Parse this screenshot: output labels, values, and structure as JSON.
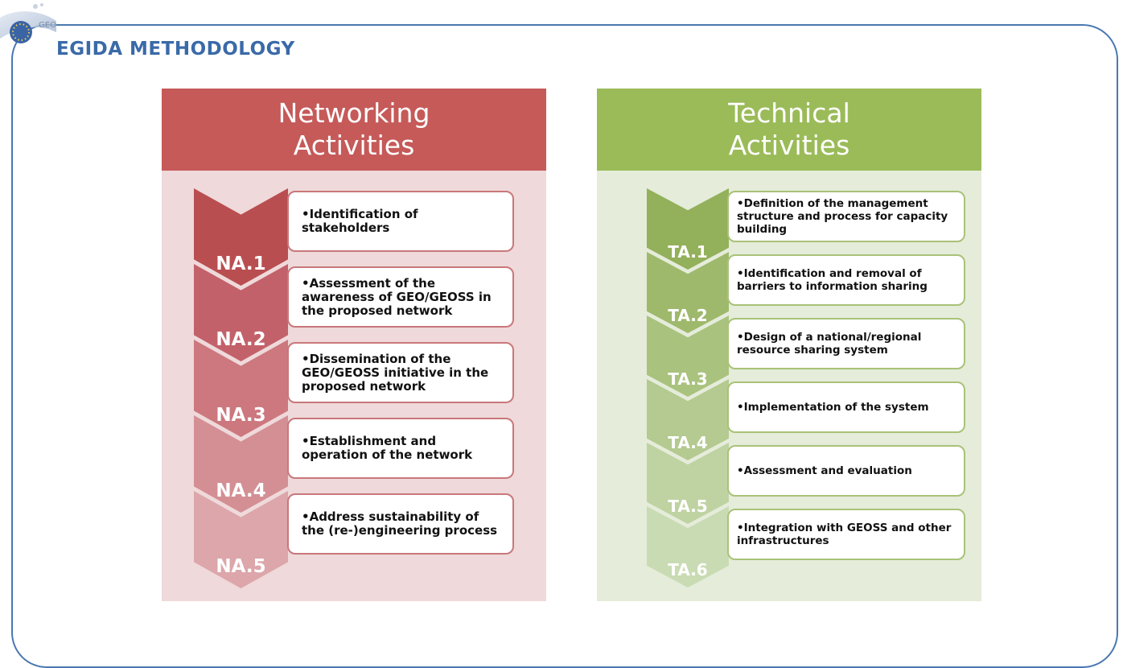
{
  "slide": {
    "title": "EGIDA METHODOLOGY",
    "logo_text": "GEO"
  },
  "colors": {
    "frame": "#4a78b0",
    "na_header": "#c55a59",
    "na_panel": "#efd9da",
    "ta_header": "#9bbb59",
    "ta_panel": "#e5ecda"
  },
  "networking": {
    "title": "Networking\nActivities",
    "items": [
      {
        "code": "NA.1",
        "text": "•Identification of stakeholders",
        "color": "#b94e50"
      },
      {
        "code": "NA.2",
        "text": "•Assessment of the awareness of GEO/GEOSS in the proposed network",
        "color": "#c3616a"
      },
      {
        "code": "NA.3",
        "text": "•Dissemination of the GEO/GEOSS initiative in the proposed network",
        "color": "#cc787e"
      },
      {
        "code": "NA.4",
        "text": "•Establishment and operation of the network",
        "color": "#d48f94"
      },
      {
        "code": "NA.5",
        "text": "•Address sustainability of the (re-)engineering process",
        "color": "#dca6aa"
      }
    ]
  },
  "technical": {
    "title": "Technical\nActivities",
    "items": [
      {
        "code": "TA.1",
        "text": "•Definition of the management structure and process for capacity building",
        "color": "#93b05a"
      },
      {
        "code": "TA.2",
        "text": "•Identification and removal of barriers to information sharing",
        "color": "#9eb96c"
      },
      {
        "code": "TA.3",
        "text": "•Design of a national/regional resource sharing system",
        "color": "#a9c27e"
      },
      {
        "code": "TA.4",
        "text": "•Implementation of the system",
        "color": "#b4ca90"
      },
      {
        "code": "TA.5",
        "text": "•Assessment and evaluation",
        "color": "#bfd3a2"
      },
      {
        "code": "TA.6",
        "text": "•Integration with GEOSS and other infrastructures",
        "color": "#c9dbb3"
      }
    ]
  }
}
